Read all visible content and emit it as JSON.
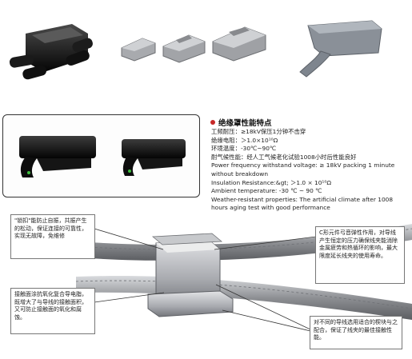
{
  "heading": "绝缘罩性能特点",
  "specs": {
    "line1": "工频耐压：≥18kV保压1分钟不击穿",
    "line2": "绝缘电阻：＞1.0×10¹⁰Ω",
    "line3": "环境温度：-30℃~90℃",
    "line4": "耐气候性能：经人工气候老化试验1008小时后性能良好",
    "line5": "Power frequency withstand voltage: ≥ 18kV packing 1 minute without breakdown",
    "line6": "Insulation Resistance:&gt; ＞1.0 × 10¹⁰Ω",
    "line7": "Ambient temperature: -30 ℃ ~ 90 ℃",
    "line8": "Weather-resistant properties: The artificial climate after 1008 hours aging test with good performance"
  },
  "callouts": {
    "top_left": "\"锁扣\"能防止自振，共振产生的松动，保证连接的可靠性，实现无故障，免维修",
    "top_right": "C形元件弓音弹性作用，对导线产生恒定的压力确保线夹能消除金属疲劳和热循环的影响，最大限度延长线夹的使用寿命。",
    "bottom_left": "接触面涂抗氧化复合导电脂，既增大了与导线的接触面积，又可防止接触面的氧化和腐蚀。",
    "bottom_right": "对不同的导线选用适合的楔块与之配合，保证了线夹的最佳接触性能。"
  },
  "colors": {
    "bullet": "#c62828",
    "metal": "#a9abb0",
    "insulator": "#141414",
    "cable": "#8e9094"
  }
}
